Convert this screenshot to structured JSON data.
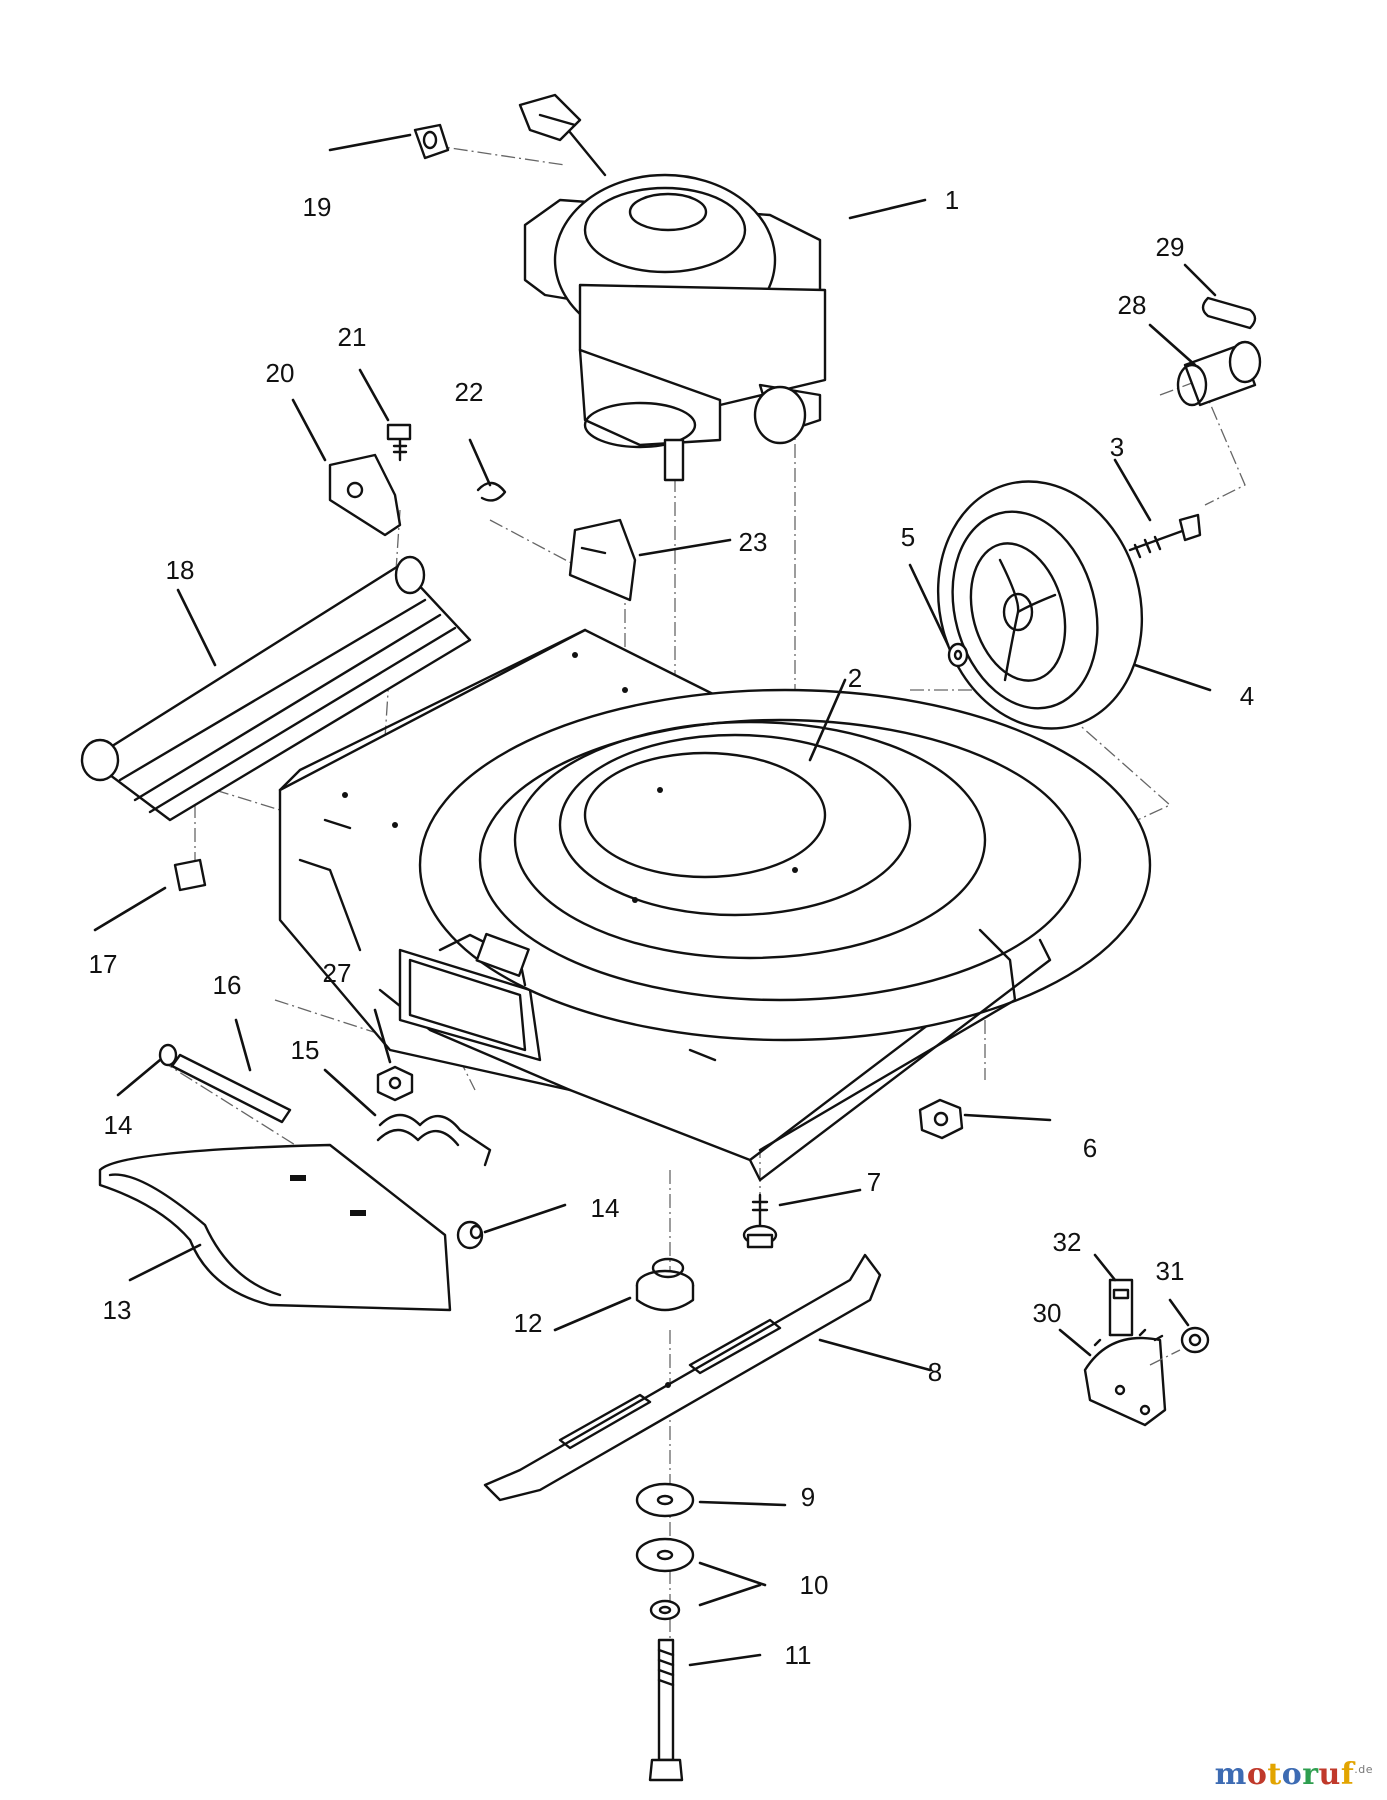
{
  "diagram": {
    "callouts": [
      {
        "id": "c1",
        "label": "1"
      },
      {
        "id": "c2",
        "label": "2"
      },
      {
        "id": "c3",
        "label": "3"
      },
      {
        "id": "c4",
        "label": "4"
      },
      {
        "id": "c5",
        "label": "5"
      },
      {
        "id": "c6",
        "label": "6"
      },
      {
        "id": "c7",
        "label": "7"
      },
      {
        "id": "c8",
        "label": "8"
      },
      {
        "id": "c9",
        "label": "9"
      },
      {
        "id": "c10",
        "label": "10"
      },
      {
        "id": "c11",
        "label": "11"
      },
      {
        "id": "c12",
        "label": "12"
      },
      {
        "id": "c13",
        "label": "13"
      },
      {
        "id": "c14a",
        "label": "14"
      },
      {
        "id": "c14b",
        "label": "14"
      },
      {
        "id": "c15",
        "label": "15"
      },
      {
        "id": "c16",
        "label": "16"
      },
      {
        "id": "c17",
        "label": "17"
      },
      {
        "id": "c18",
        "label": "18"
      },
      {
        "id": "c19",
        "label": "19"
      },
      {
        "id": "c20",
        "label": "20"
      },
      {
        "id": "c21",
        "label": "21"
      },
      {
        "id": "c22",
        "label": "22"
      },
      {
        "id": "c23",
        "label": "23"
      },
      {
        "id": "c27",
        "label": "27"
      },
      {
        "id": "c28",
        "label": "28"
      },
      {
        "id": "c29",
        "label": "29"
      },
      {
        "id": "c30",
        "label": "30"
      },
      {
        "id": "c31",
        "label": "31"
      },
      {
        "id": "c32",
        "label": "32"
      }
    ]
  },
  "watermark": {
    "brand_parts": [
      "m",
      "o",
      "t",
      "o",
      "r",
      "u",
      "f"
    ],
    "brand_colors": [
      "#3d6bb3",
      "#c0392b",
      "#e2a400",
      "#3d6bb3",
      "#2e9e4f",
      "#c0392b",
      "#e2a400"
    ],
    "suffix": ".de"
  }
}
